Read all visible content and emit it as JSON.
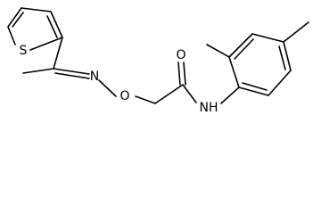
{
  "molecule": {
    "atom_labels": {
      "sulfur": "S",
      "imine_nitrogen": "N",
      "ether_oxygen": "O",
      "carbonyl_oxygen": "O",
      "amide_nitrogen_h": "NH"
    }
  },
  "colors": {
    "bond": "#000000",
    "label": "#000000",
    "background": "#ffffff"
  }
}
